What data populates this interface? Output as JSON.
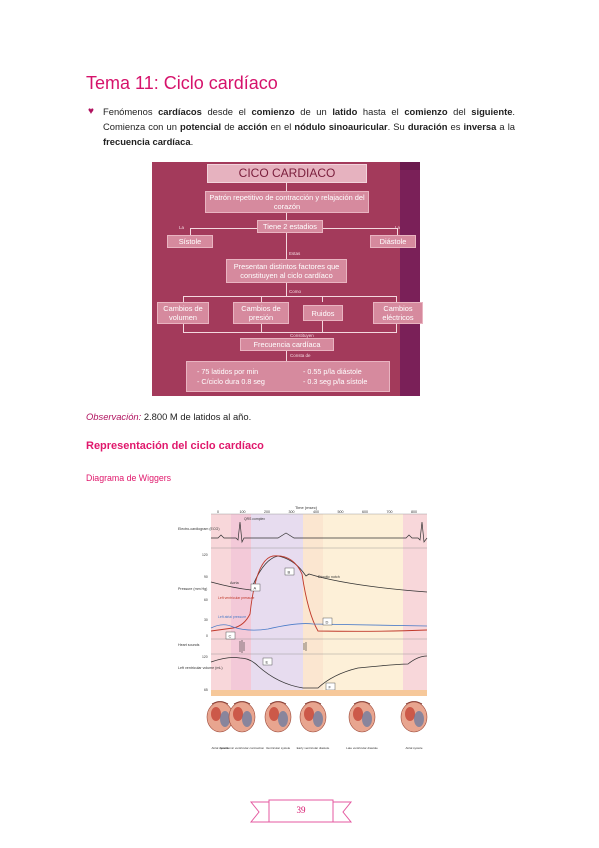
{
  "title": "Tema 11: Ciclo cardíaco",
  "intro": {
    "bullet": "♥",
    "p1": "Fenómenos ",
    "b1": "cardíacos",
    "p2": " desde el ",
    "b2": "comienzo",
    "p3": " de un ",
    "b3": "latido",
    "p4": " hasta el ",
    "b4": "comienzo",
    "p5": " del ",
    "b5": "siguiente",
    "p6": ". Comienza con un ",
    "b6": "potencial",
    "p7": " de ",
    "b7": "acción",
    "p8": " en el ",
    "b8": "nódulo sinoauricular",
    "p9": ". Su ",
    "b9": "duración",
    "p10": " es ",
    "b10": "inversa",
    "p11": " a la ",
    "b11": "frecuencia cardíaca",
    "p12": "."
  },
  "concept_map": {
    "title": "CICO CARDIACO",
    "def": "Patrón repetitivo de contracción y relajación del corazón",
    "tiene": "Tiene 2 estadios",
    "sistole": "Sístole",
    "diastole": "Diástole",
    "la1": "La",
    "la2": "La",
    "estas": "Estas",
    "factores": "Presentan distintos factores que constituyen al ciclo cardíaco",
    "como": "Como",
    "cambios_volumen": "Cambios de volumen",
    "cambios_presion": "Cambios de presión",
    "ruidos": "Ruidos",
    "cambios_electricos": "Cambios eléctricos",
    "constituyen": "Constituyen",
    "frecuencia": "Frecuencia cardíaca",
    "consta": "Consta de",
    "f1": "-   75 latidos por min",
    "f2": "-   C/ciclo dura 0.8 seg",
    "f3": "-  0.55 p/la diástole",
    "f4": "-  0.3 seg p/la sístole"
  },
  "observacion": {
    "label": "Observación:",
    "text": " 2.800 M de latidos al año."
  },
  "section_title": "Representación del ciclo cardíaco",
  "subsection_title": "Diagrama de Wiggers",
  "wiggers": {
    "time_label": "Time (msec)",
    "ticks": [
      "0",
      "100",
      "200",
      "300",
      "400",
      "500",
      "600",
      "700",
      "800"
    ],
    "ecg": "Electro-cardiogram (ECG)",
    "qrs": "QRS complex",
    "pressure": "Pressure (mm Hg)",
    "aorta": "Aorta",
    "dicrotic": "Dicrotic notch",
    "lvp": "Left ventricular pressure",
    "lap": "Left atrial pressure",
    "heart_sounds": "Heart sounds",
    "volume": "Left ventricular volume (mL)",
    "phases": [
      "Atrial systole",
      "Isovolumic ventricular contraction",
      "Ventricular systole",
      "Early ventricular diastole",
      "Late ventricular diastole",
      "Atrial systole"
    ]
  },
  "page_number": "39"
}
